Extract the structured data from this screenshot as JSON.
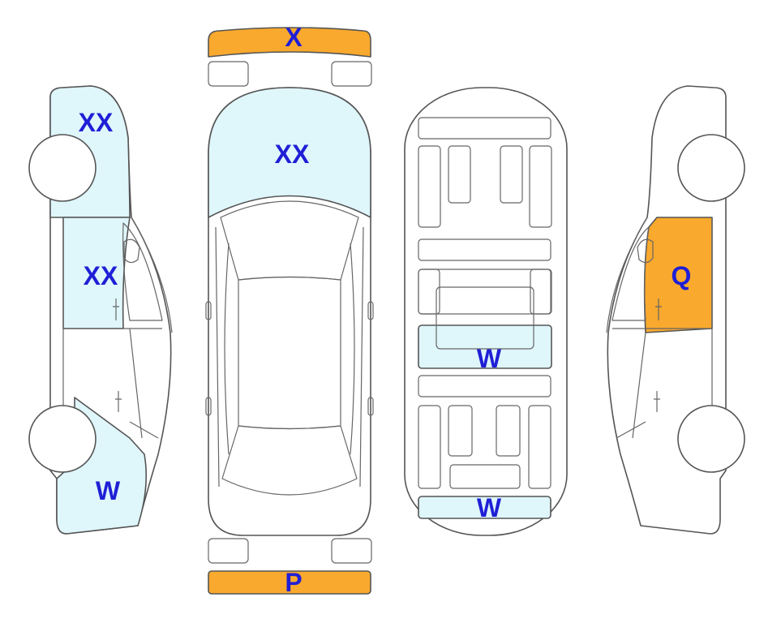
{
  "colors": {
    "light_damage": "#dff6fb",
    "heavy_damage": "#f9a92d",
    "outline": "#555555",
    "code_text": "#1f1fd6"
  },
  "codes": {
    "front_bumper": "X",
    "hood": "XX",
    "rear_bumper": "P",
    "left_rear_fender": "XX",
    "left_rear_door": "XX",
    "left_front_fender": "W",
    "underbody_middle": "W",
    "underbody_front": "W",
    "right_rear_door": "Q"
  }
}
